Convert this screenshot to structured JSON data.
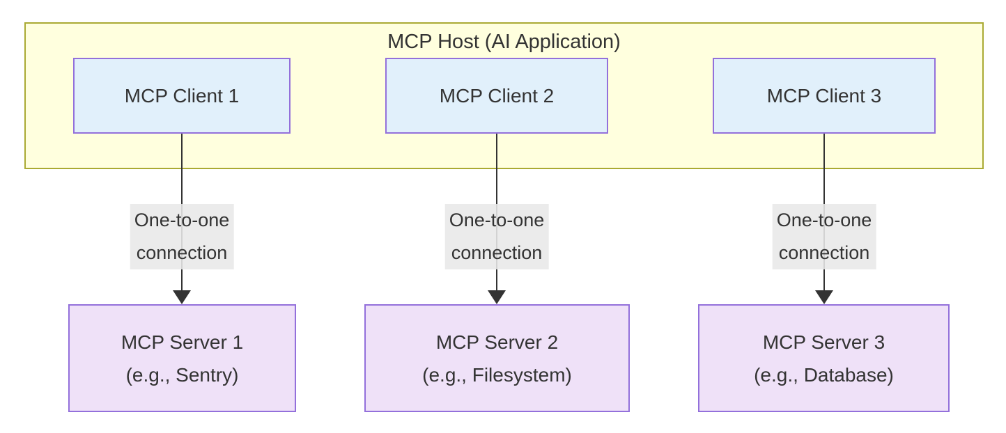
{
  "diagram": {
    "host": {
      "title": "MCP Host (AI Application)"
    },
    "clients": [
      {
        "label": "MCP Client 1"
      },
      {
        "label": "MCP Client 2"
      },
      {
        "label": "MCP Client 3"
      }
    ],
    "connections": [
      {
        "label_line1": "One-to-one",
        "label_line2": "connection"
      },
      {
        "label_line1": "One-to-one",
        "label_line2": "connection"
      },
      {
        "label_line1": "One-to-one",
        "label_line2": "connection"
      }
    ],
    "servers": [
      {
        "name": "MCP Server 1",
        "example": "(e.g., Sentry)"
      },
      {
        "name": "MCP Server 2",
        "example": "(e.g., Filesystem)"
      },
      {
        "name": "MCP Server 3",
        "example": "(e.g., Database)"
      }
    ],
    "colors": {
      "host_fill": "#ffffde",
      "host_border": "#aaaa33",
      "client_fill": "#e1f0fb",
      "client_border": "#9370db",
      "server_fill": "#efe1f8",
      "server_border": "#9370db",
      "edge_label_bg": "#e8e8e8",
      "edge_line": "#333333",
      "text": "#333333"
    }
  }
}
